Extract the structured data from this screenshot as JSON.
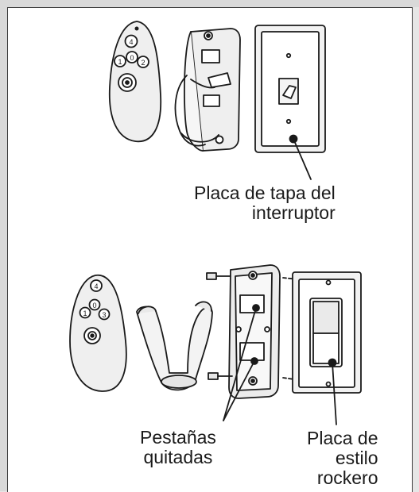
{
  "labels": {
    "switch_cover_plate": [
      "Placa de tapa del",
      "interruptor"
    ],
    "removed_tabs": [
      "Pestañas",
      "quitadas"
    ],
    "rocker_plate": [
      "Placa de",
      "estilo",
      "rockero"
    ]
  },
  "remote_buttons": [
    "1",
    "0",
    "2",
    "3",
    "4"
  ]
}
